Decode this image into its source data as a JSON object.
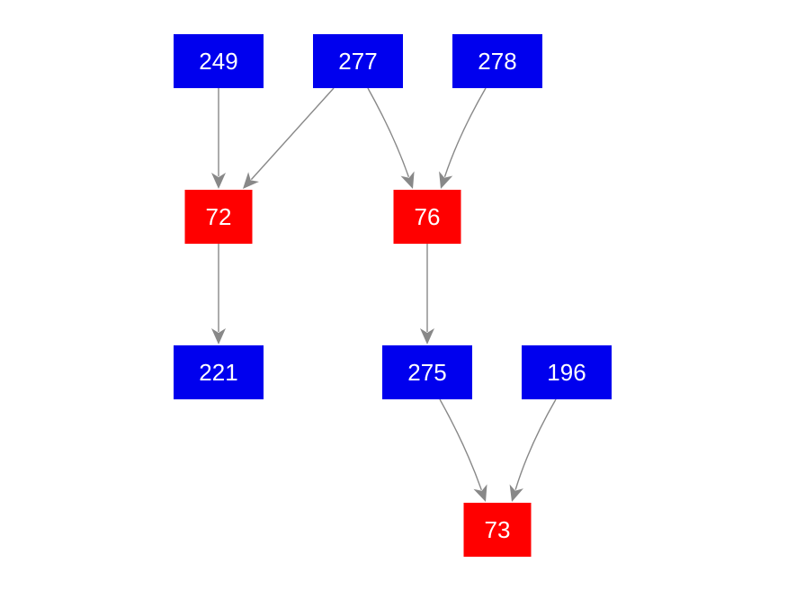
{
  "colors": {
    "blue_node": "#0000ee",
    "red_node": "#ff0000",
    "edge": "#888888",
    "label": "#ffffff"
  },
  "nodes": [
    {
      "id": "249",
      "label": "249",
      "kind": "blue"
    },
    {
      "id": "277",
      "label": "277",
      "kind": "blue"
    },
    {
      "id": "278",
      "label": "278",
      "kind": "blue"
    },
    {
      "id": "72",
      "label": "72",
      "kind": "red"
    },
    {
      "id": "76",
      "label": "76",
      "kind": "red"
    },
    {
      "id": "221",
      "label": "221",
      "kind": "blue"
    },
    {
      "id": "275",
      "label": "275",
      "kind": "blue"
    },
    {
      "id": "196",
      "label": "196",
      "kind": "blue"
    },
    {
      "id": "73",
      "label": "73",
      "kind": "red"
    }
  ],
  "edges": [
    {
      "from": "249",
      "to": "72"
    },
    {
      "from": "277",
      "to": "72"
    },
    {
      "from": "277",
      "to": "76"
    },
    {
      "from": "278",
      "to": "76"
    },
    {
      "from": "72",
      "to": "221"
    },
    {
      "from": "76",
      "to": "275"
    },
    {
      "from": "275",
      "to": "73"
    },
    {
      "from": "196",
      "to": "73"
    }
  ]
}
